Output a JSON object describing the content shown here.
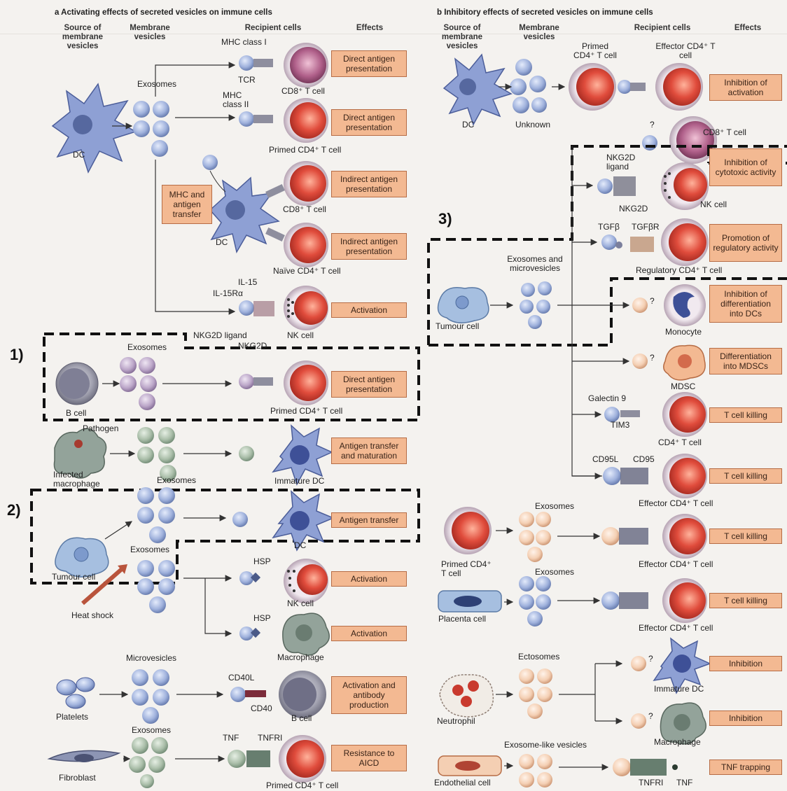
{
  "panel_a": {
    "title": "a  Activating effects of secreted vesicles on immune cells",
    "headers": {
      "source": "Source of membrane vesicles",
      "membrane": "Membrane vesicles",
      "recipient": "Recipient cells",
      "effects": "Effects"
    },
    "dc_label": "DC",
    "exosomes_1": "Exosomes",
    "mhc1": "MHC class I",
    "tcr": "TCR",
    "cd8_1": "CD8⁺ T cell",
    "mhc2": "MHC class II",
    "primed_cd4_1": "Primed CD4⁺ T cell",
    "cd8_2": "CD8⁺ T cell",
    "dc_2": "DC",
    "naive_cd4": "Naïve CD4⁺ T cell",
    "il15": "IL-15",
    "il15ra": "IL-15Rα",
    "nkg2d_ligand": "NKG2D ligand",
    "nkg2d": "NKG2D",
    "nk_cell_1": "NK cell",
    "effects_1": [
      "Direct antigen presentation",
      "Direct antigen presentation",
      "Indirect antigen presentation",
      "Indirect antigen presentation",
      "Activation"
    ],
    "mhc_transfer": "MHC and antigen transfer",
    "b_cell": "B cell",
    "exosomes_b": "Exosomes",
    "primed_cd4_b": "Primed CD4⁺ T cell",
    "effect_b": "Direct antigen presentation",
    "pathogen": "Pathogen",
    "infected_macrophage": "Infected macrophage",
    "exosomes_m": "Exosomes",
    "immature_dc": "Immature DC",
    "effect_m": "Antigen transfer and maturation",
    "tumour_cell": "Tumour cell",
    "exosomes_t": "Exosomes",
    "dc_t": "DC",
    "effect_t": "Antigen transfer",
    "heat_shock": "Heat shock",
    "hsp_1": "HSP",
    "nk_cell_2": "NK cell",
    "effect_hsp1": "Activation",
    "hsp_2": "HSP",
    "macrophage": "Macrophage",
    "effect_hsp2": "Activation",
    "platelets": "Platelets",
    "microvesicles": "Microvesicles",
    "cd40l": "CD40L",
    "cd40": "CD40",
    "b_cell_2": "B cell",
    "effect_pl": "Activation and antibody production",
    "fibroblast": "Fibroblast",
    "exosomes_f": "Exosomes",
    "tnf": "TNF",
    "tnfri": "TNFRI",
    "primed_cd4_f": "Primed CD4⁺ T cell",
    "effect_f": "Resistance to AICD"
  },
  "panel_b": {
    "title": "b  Inhibitory effects of secreted vesicles on immune cells",
    "headers": {
      "source": "Source of membrane vesicles",
      "membrane": "Membrane vesicles",
      "recipient": "Recipient cells",
      "effects": "Effects"
    },
    "primed_cd4": "Primed CD4⁺ T cell",
    "effector_cd4": "Effector CD4⁺ T cell",
    "dc": "DC",
    "unknown": "Unknown",
    "effect_1": "Inhibition of activation",
    "q": "?",
    "cd8": "CD8⁺ T cell",
    "effect_2": "Inhibition of cytotoxic activity",
    "nkg2d_ligand": "NKG2D ligand",
    "nkg2d": "NKG2D",
    "nk_cell": "NK cell",
    "tgfb": "TGFβ",
    "tgfbr": "TGFβR",
    "regulatory": "Regulatory CD4⁺ T cell",
    "effect_3": "Promotion of regulatory activity",
    "exo_micro": "Exosomes and microvesicles",
    "tumour_cell": "Tumour cell",
    "monocyte": "Monocyte",
    "effect_4": "Inhibition of differentiation into DCs",
    "mdsc": "MDSC",
    "effect_5": "Differentiation into MDSCs",
    "galectin": "Galectin 9",
    "tim3": "TIM3",
    "cd4_tcell": "CD4⁺ T cell",
    "effect_6": "T cell killing",
    "cd95l": "CD95L",
    "cd95": "CD95",
    "effector_1": "Effector CD4⁺ T cell",
    "effect_7": "T cell killing",
    "primed_cd4_src": "Primed CD4⁺ T cell",
    "exosomes_p": "Exosomes",
    "effector_2": "Effector CD4⁺ T cell",
    "effect_8": "T cell killing",
    "placenta": "Placenta cell",
    "exosomes_pl": "Exosomes",
    "effector_3": "Effector CD4⁺ T cell",
    "effect_9": "T cell killing",
    "neutrophil": "Neutrophil",
    "ectosomes": "Ectosomes",
    "immature_dc": "Immature DC",
    "effect_10": "Inhibition",
    "macrophage": "Macrophage",
    "effect_11": "Inhibition",
    "endothelial": "Endothelial cell",
    "exo_like": "Exosome-like vesicles",
    "tnfri": "TNFRI",
    "tnf": "TNF",
    "effect_12": "TNF trapping"
  },
  "callouts": [
    "1)",
    "2)",
    "3)"
  ],
  "colors": {
    "effect_box": "#f3b992",
    "vesicle_blue": "#a7b6dd",
    "tcell_red": "#d64a3e"
  }
}
